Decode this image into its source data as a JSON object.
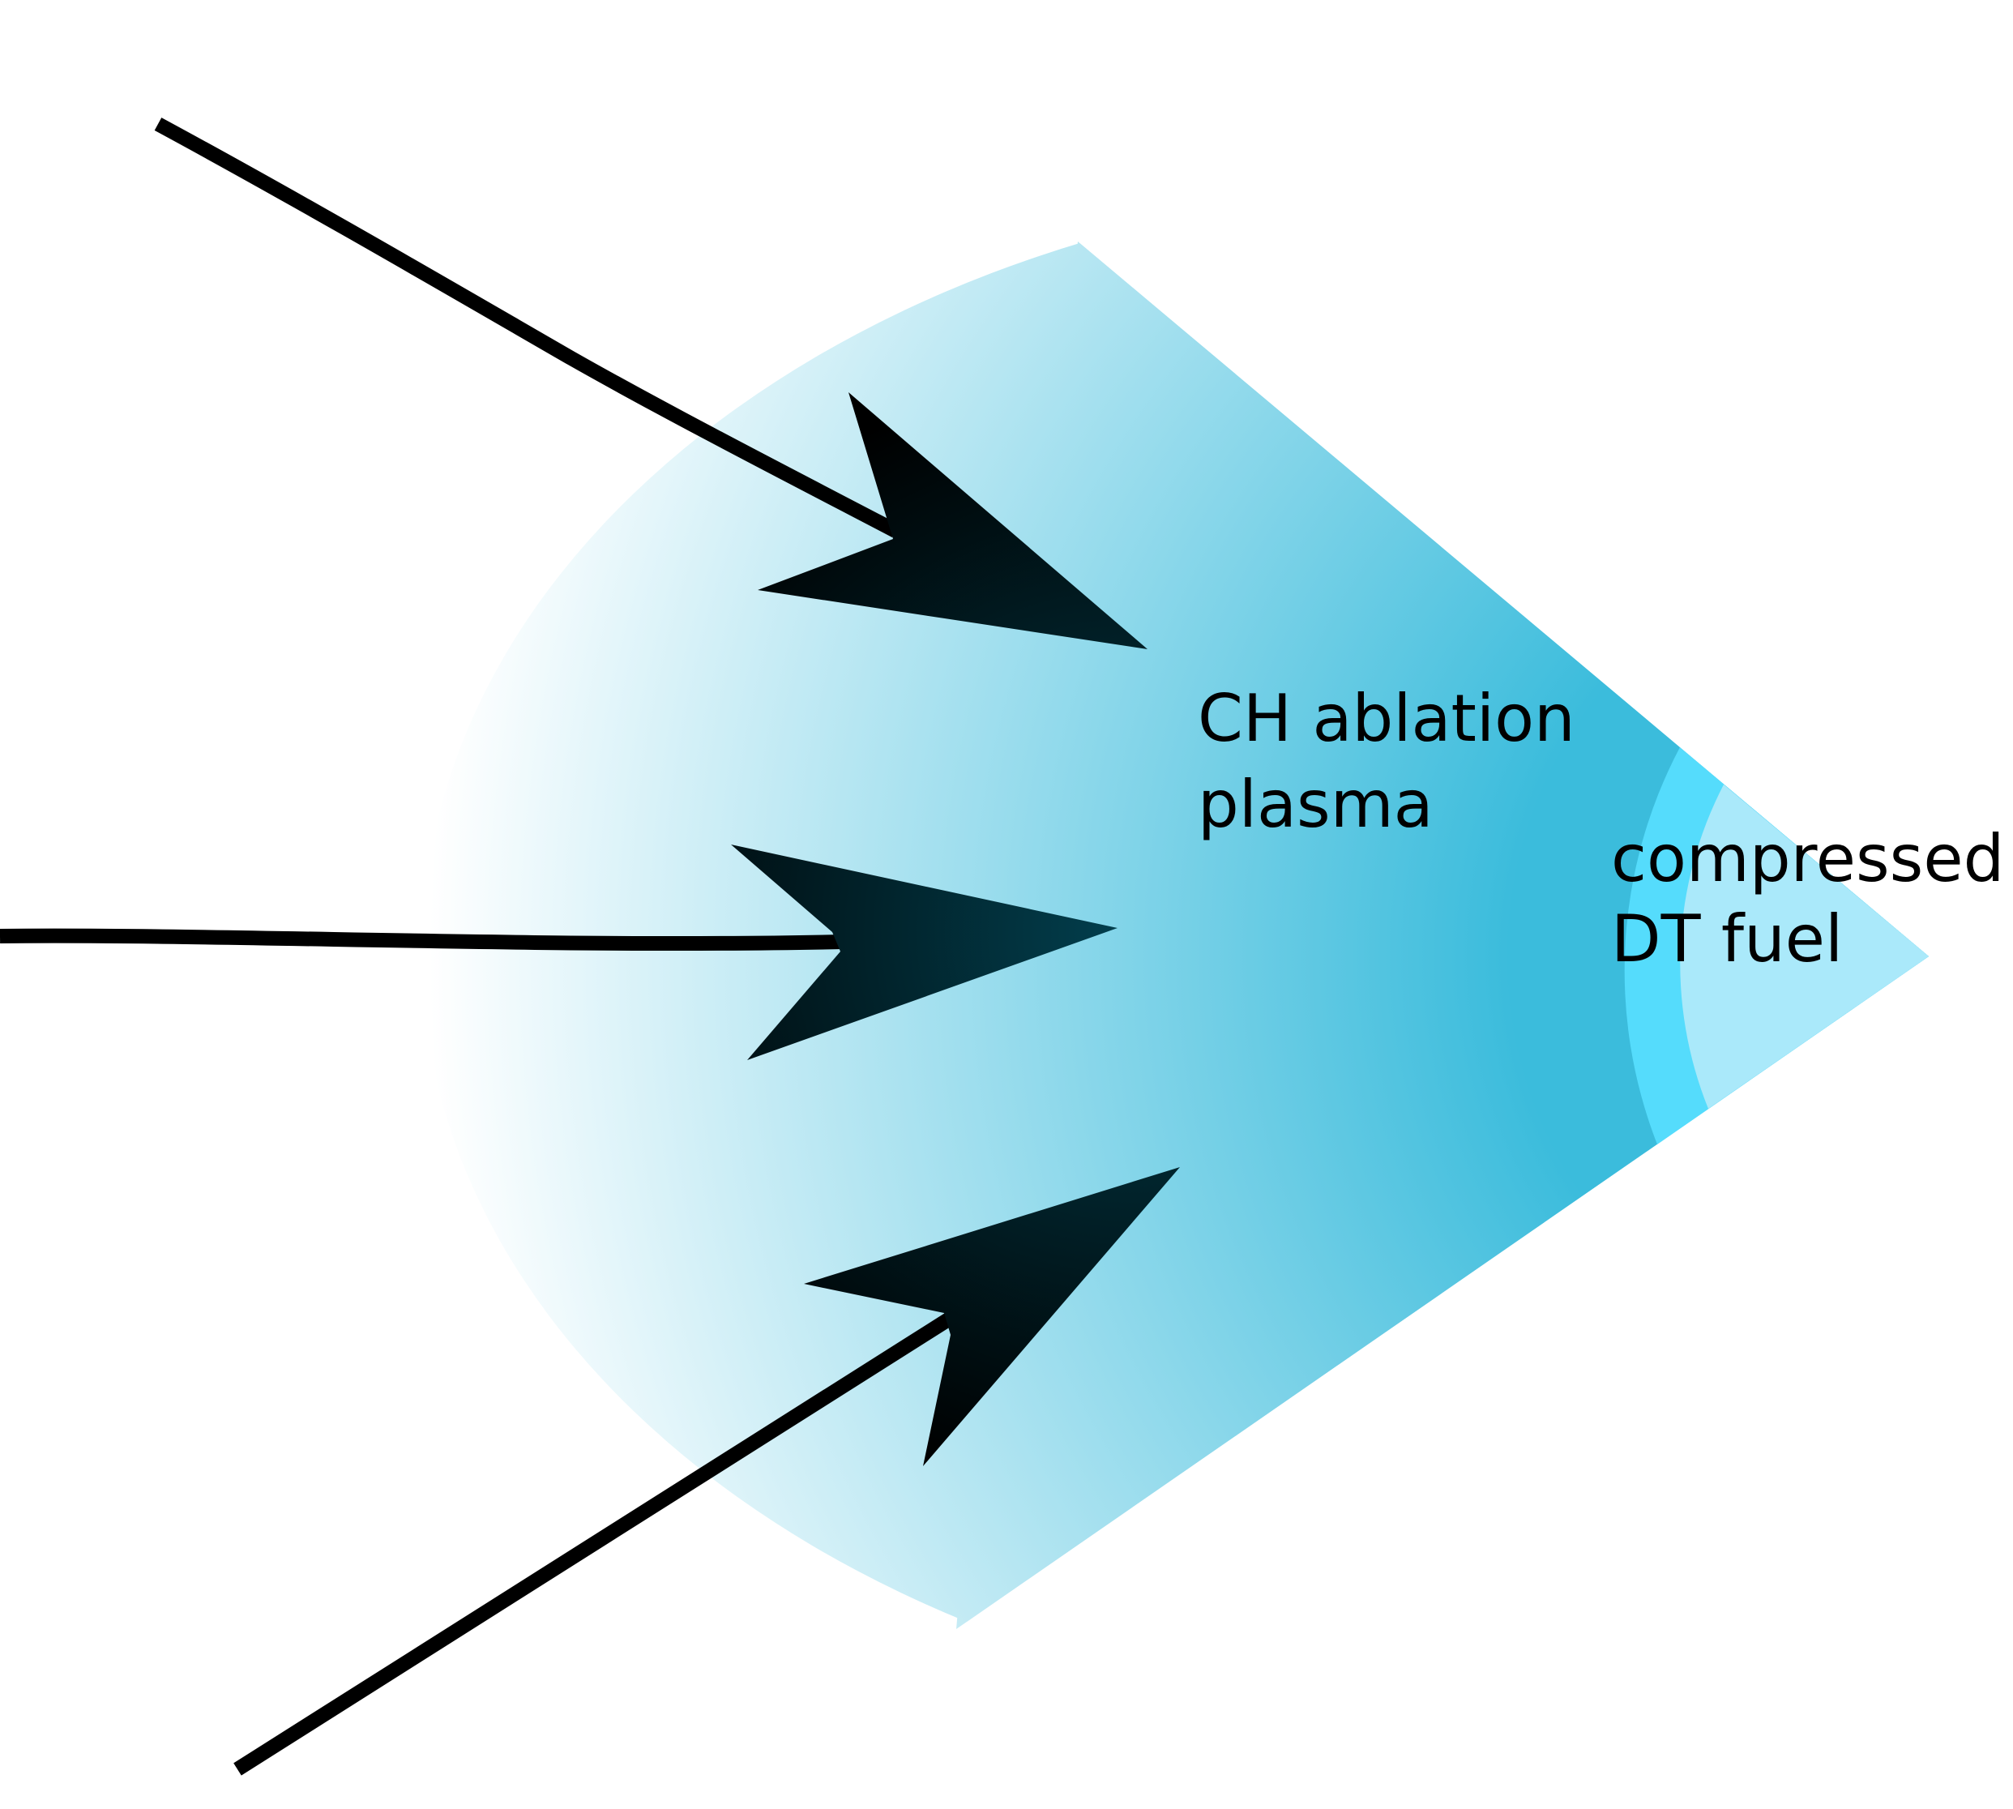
{
  "labels": {
    "plasma_line1": "CH ablation",
    "plasma_line2": "plasma",
    "fuel_line1": "compressed",
    "fuel_line2": "DT fuel"
  },
  "colors": {
    "background": "#ffffff",
    "plasma_core": "#3bbcdc",
    "plasma_edge": "#ffffff",
    "shell": "#55dcfc",
    "fuel": "#aae9fa",
    "line": "#000000",
    "arrow_dark": "#000000",
    "arrow_light": "#02404f"
  },
  "arrows": [
    {
      "name": "arrow-top",
      "direction": "inward"
    },
    {
      "name": "arrow-middle",
      "direction": "inward"
    },
    {
      "name": "arrow-bottom",
      "direction": "inward"
    }
  ]
}
